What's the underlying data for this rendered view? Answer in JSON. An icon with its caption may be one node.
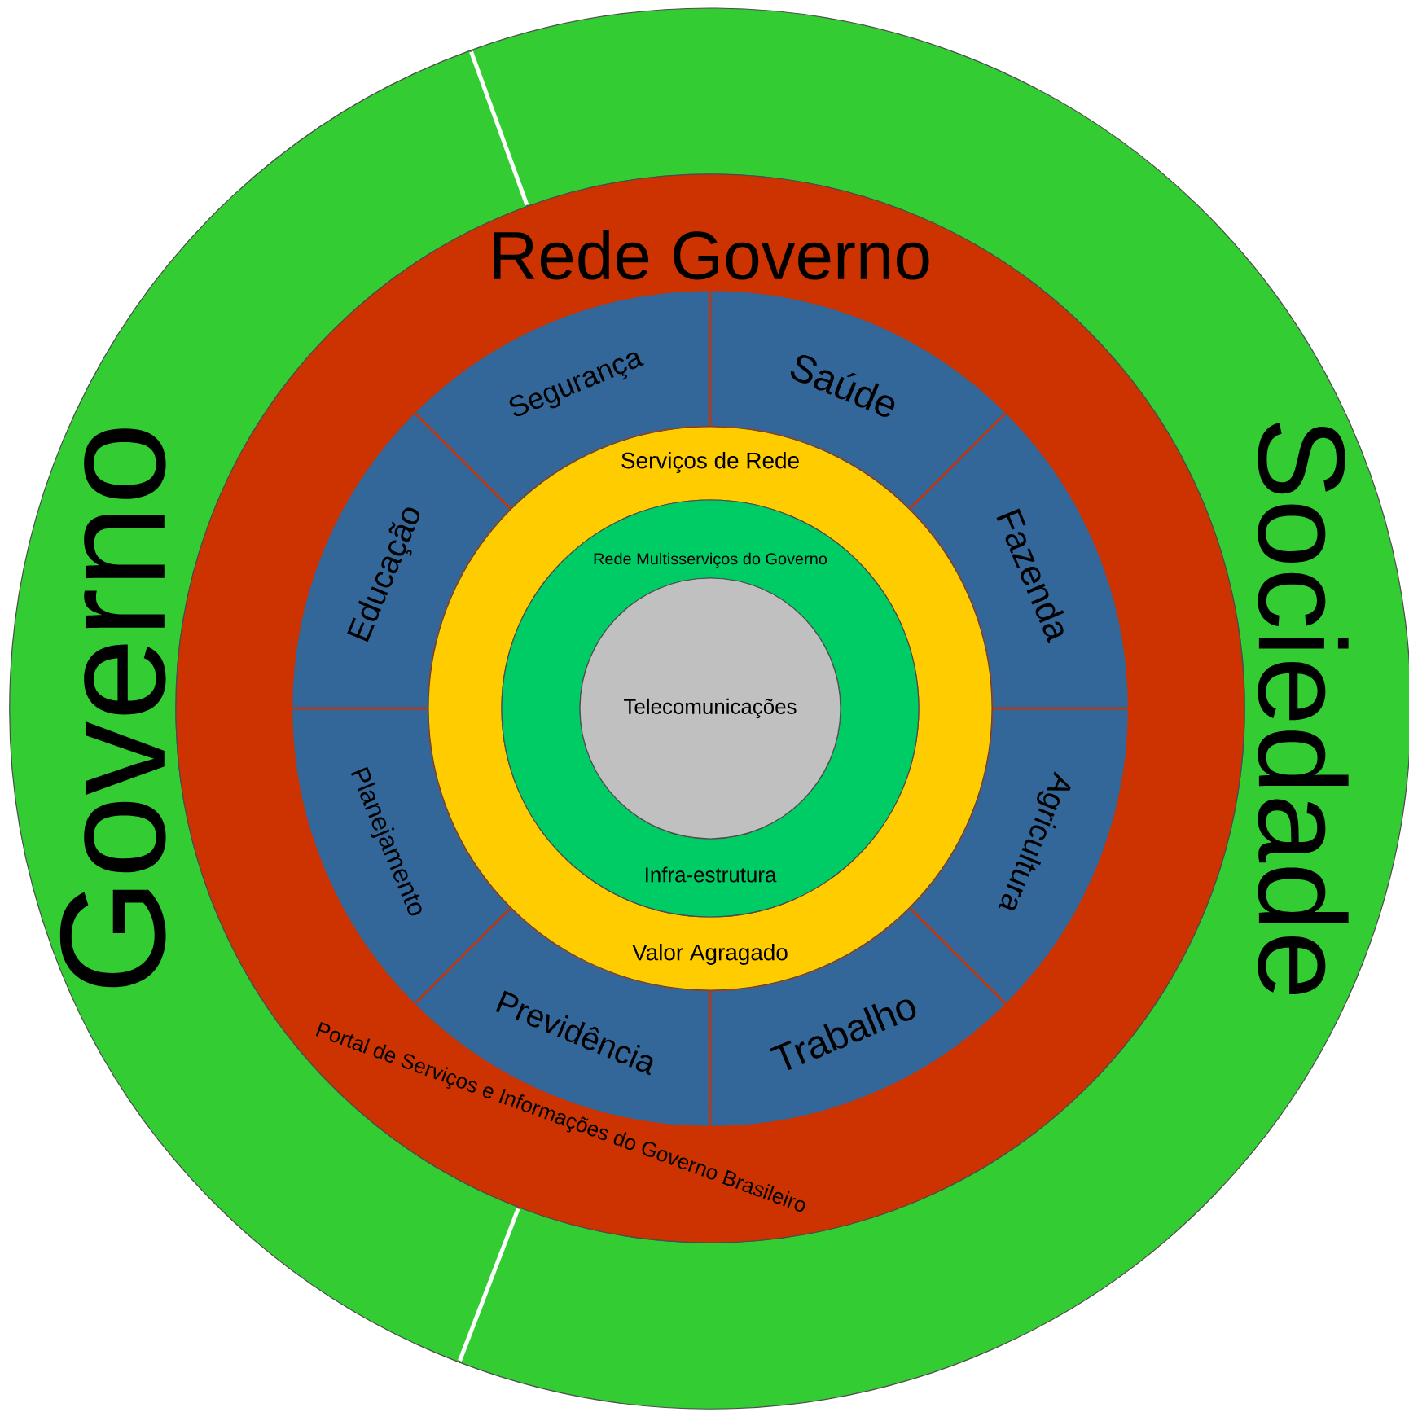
{
  "diagram": {
    "nodes": [
      {
        "text": [
          "Governo"
        ]
      },
      {
        "text": [
          "Sociedade"
        ]
      },
      {
        "text": [
          "Rede Governo",
          "Portal de Serviços e Informações do Governo Brasileiro"
        ]
      },
      {
        "text": [
          "Segurança"
        ],
        "in": 2
      },
      {
        "text": [
          "Saúde"
        ],
        "in": 2
      },
      {
        "text": [
          "Educação"
        ],
        "in": 2
      },
      {
        "text": [
          "Fazenda"
        ],
        "in": 2
      },
      {
        "text": [
          "Planejamento"
        ],
        "in": 2
      },
      {
        "text": [
          "Agricultura"
        ],
        "in": 2
      },
      {
        "text": [
          "Previdência"
        ],
        "in": 2
      },
      {
        "text": [
          "Trabalho"
        ],
        "in": 2
      },
      {
        "text": [
          "Serviços de Rede",
          "Valor Agragado"
        ],
        "in": 2
      },
      {
        "text": [
          "Rede Multisserviços do Governo",
          "Infra-estrutura"
        ],
        "in": 11
      },
      {
        "text": [
          "Telecomunicações"
        ],
        "in": 12
      }
    ]
  }
}
